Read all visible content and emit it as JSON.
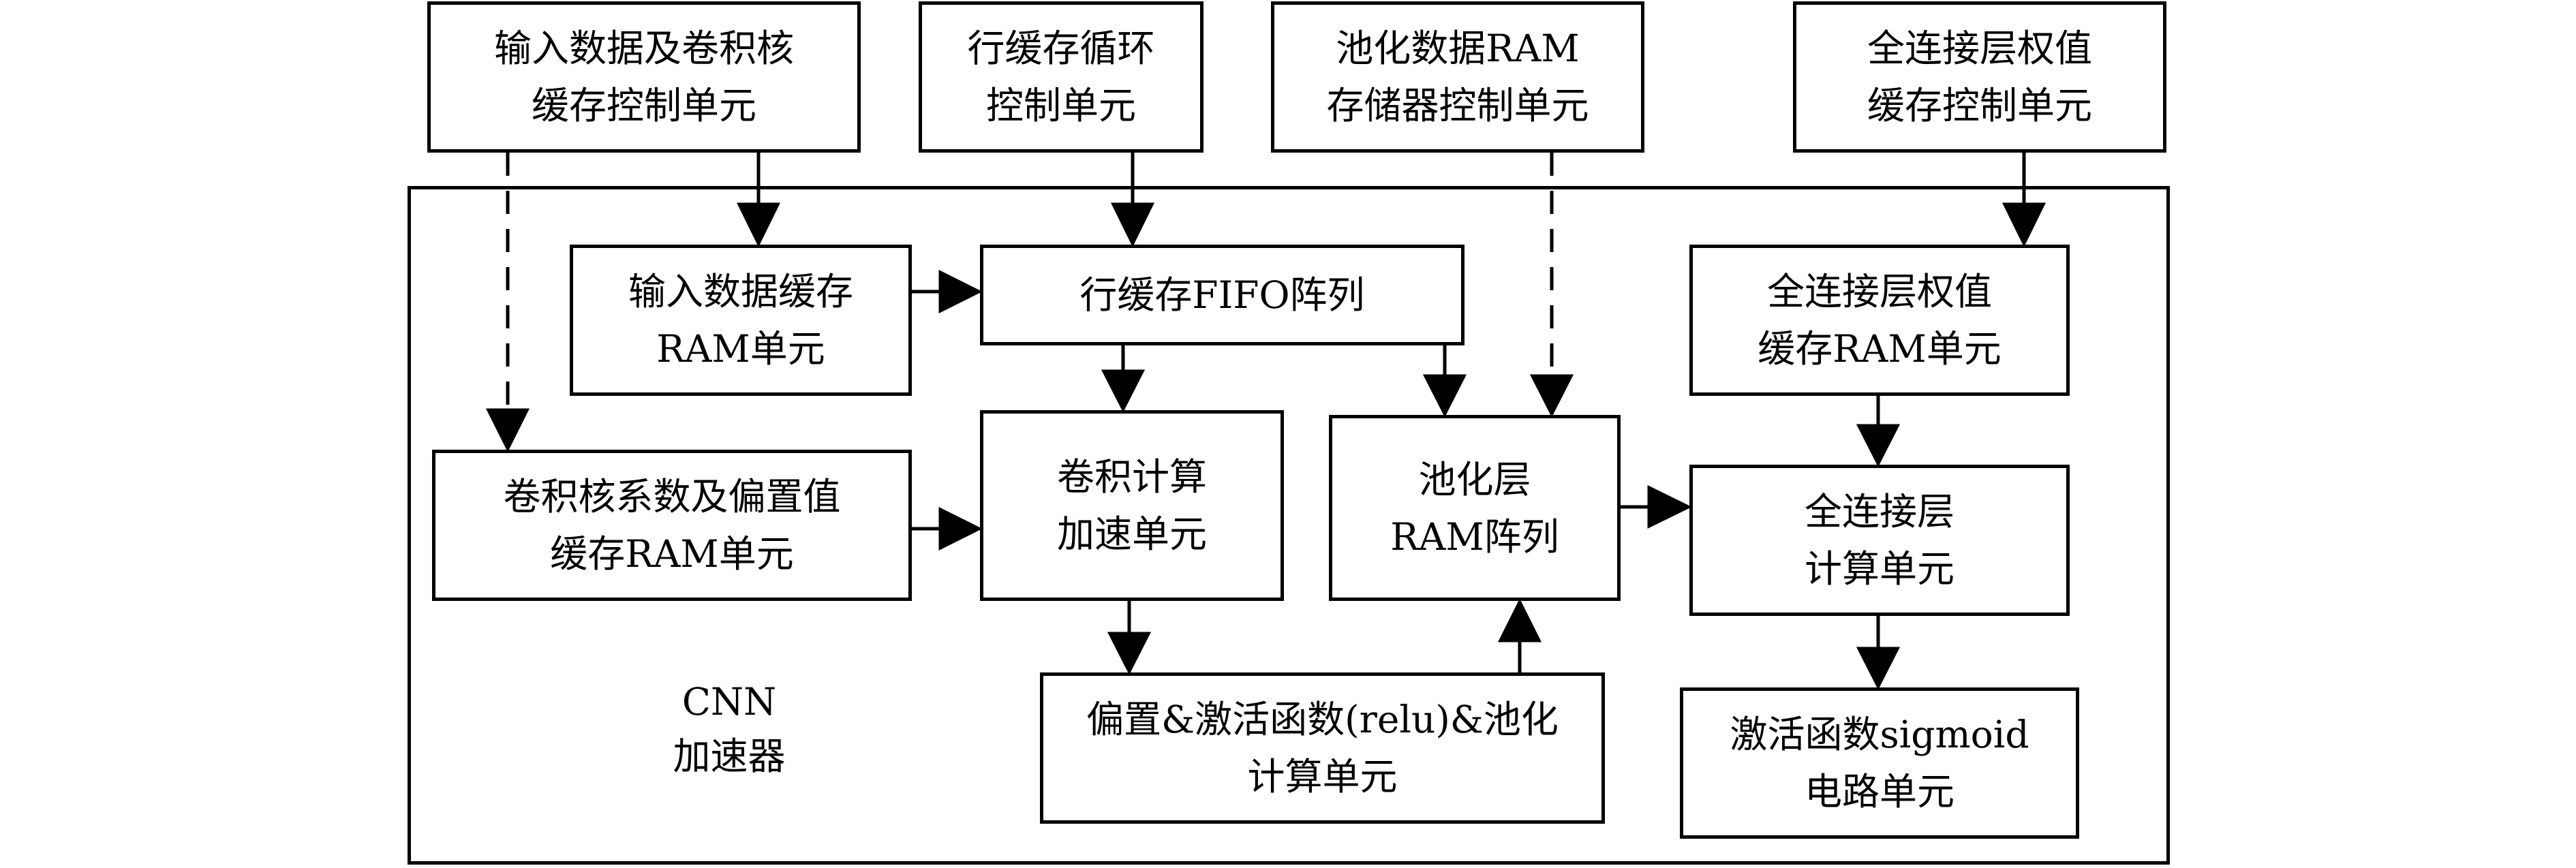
{
  "outer_label": [
    "CNN",
    "加速器"
  ],
  "control_units": {
    "input_ctrl": [
      "输入数据及卷积核",
      "缓存控制单元"
    ],
    "line_ctrl": [
      "行缓存循环",
      "控制单元"
    ],
    "pool_ctrl": [
      "池化数据RAM",
      "存储器控制单元"
    ],
    "fc_ctrl": [
      "全连接层权值",
      "缓存控制单元"
    ]
  },
  "inner_units": {
    "input_ram": [
      "输入数据缓存",
      "RAM单元"
    ],
    "fifo": [
      "行缓存FIFO阵列"
    ],
    "kernel_ram": [
      "卷积核系数及偏置值",
      "缓存RAM单元"
    ],
    "conv": [
      "卷积计算",
      "加速单元"
    ],
    "pool_ram": [
      "池化层",
      "RAM阵列"
    ],
    "fc_weight_ram": [
      "全连接层权值",
      "缓存RAM单元"
    ],
    "fc_calc": [
      "全连接层",
      "计算单元"
    ],
    "bias_act": [
      "偏置&激活函数(relu)&池化",
      "计算单元"
    ],
    "sigmoid": [
      "激活函数sigmoid",
      "电路单元"
    ]
  }
}
